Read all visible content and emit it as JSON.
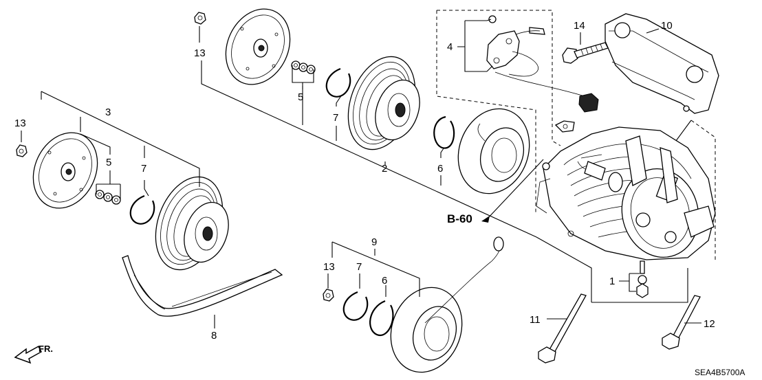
{
  "callouts": [
    {
      "key": "c13a",
      "text": "13"
    },
    {
      "key": "c13b",
      "text": "13"
    },
    {
      "key": "c13c",
      "text": "13"
    },
    {
      "key": "c3",
      "text": "3"
    },
    {
      "key": "c5a",
      "text": "5"
    },
    {
      "key": "c5b",
      "text": "5"
    },
    {
      "key": "c7a",
      "text": "7"
    },
    {
      "key": "c7b",
      "text": "7"
    },
    {
      "key": "c7c",
      "text": "7"
    },
    {
      "key": "c6a",
      "text": "6"
    },
    {
      "key": "c6b",
      "text": "6"
    },
    {
      "key": "c2",
      "text": "2"
    },
    {
      "key": "c4",
      "text": "4"
    },
    {
      "key": "c14",
      "text": "14"
    },
    {
      "key": "c10",
      "text": "10"
    },
    {
      "key": "c9",
      "text": "9"
    },
    {
      "key": "c1",
      "text": "1"
    },
    {
      "key": "c8",
      "text": "8"
    },
    {
      "key": "c11",
      "text": "11"
    },
    {
      "key": "c12",
      "text": "12"
    }
  ],
  "reference": "B-60",
  "diagram_code": "SEA4B5700A",
  "front_label": "FR."
}
